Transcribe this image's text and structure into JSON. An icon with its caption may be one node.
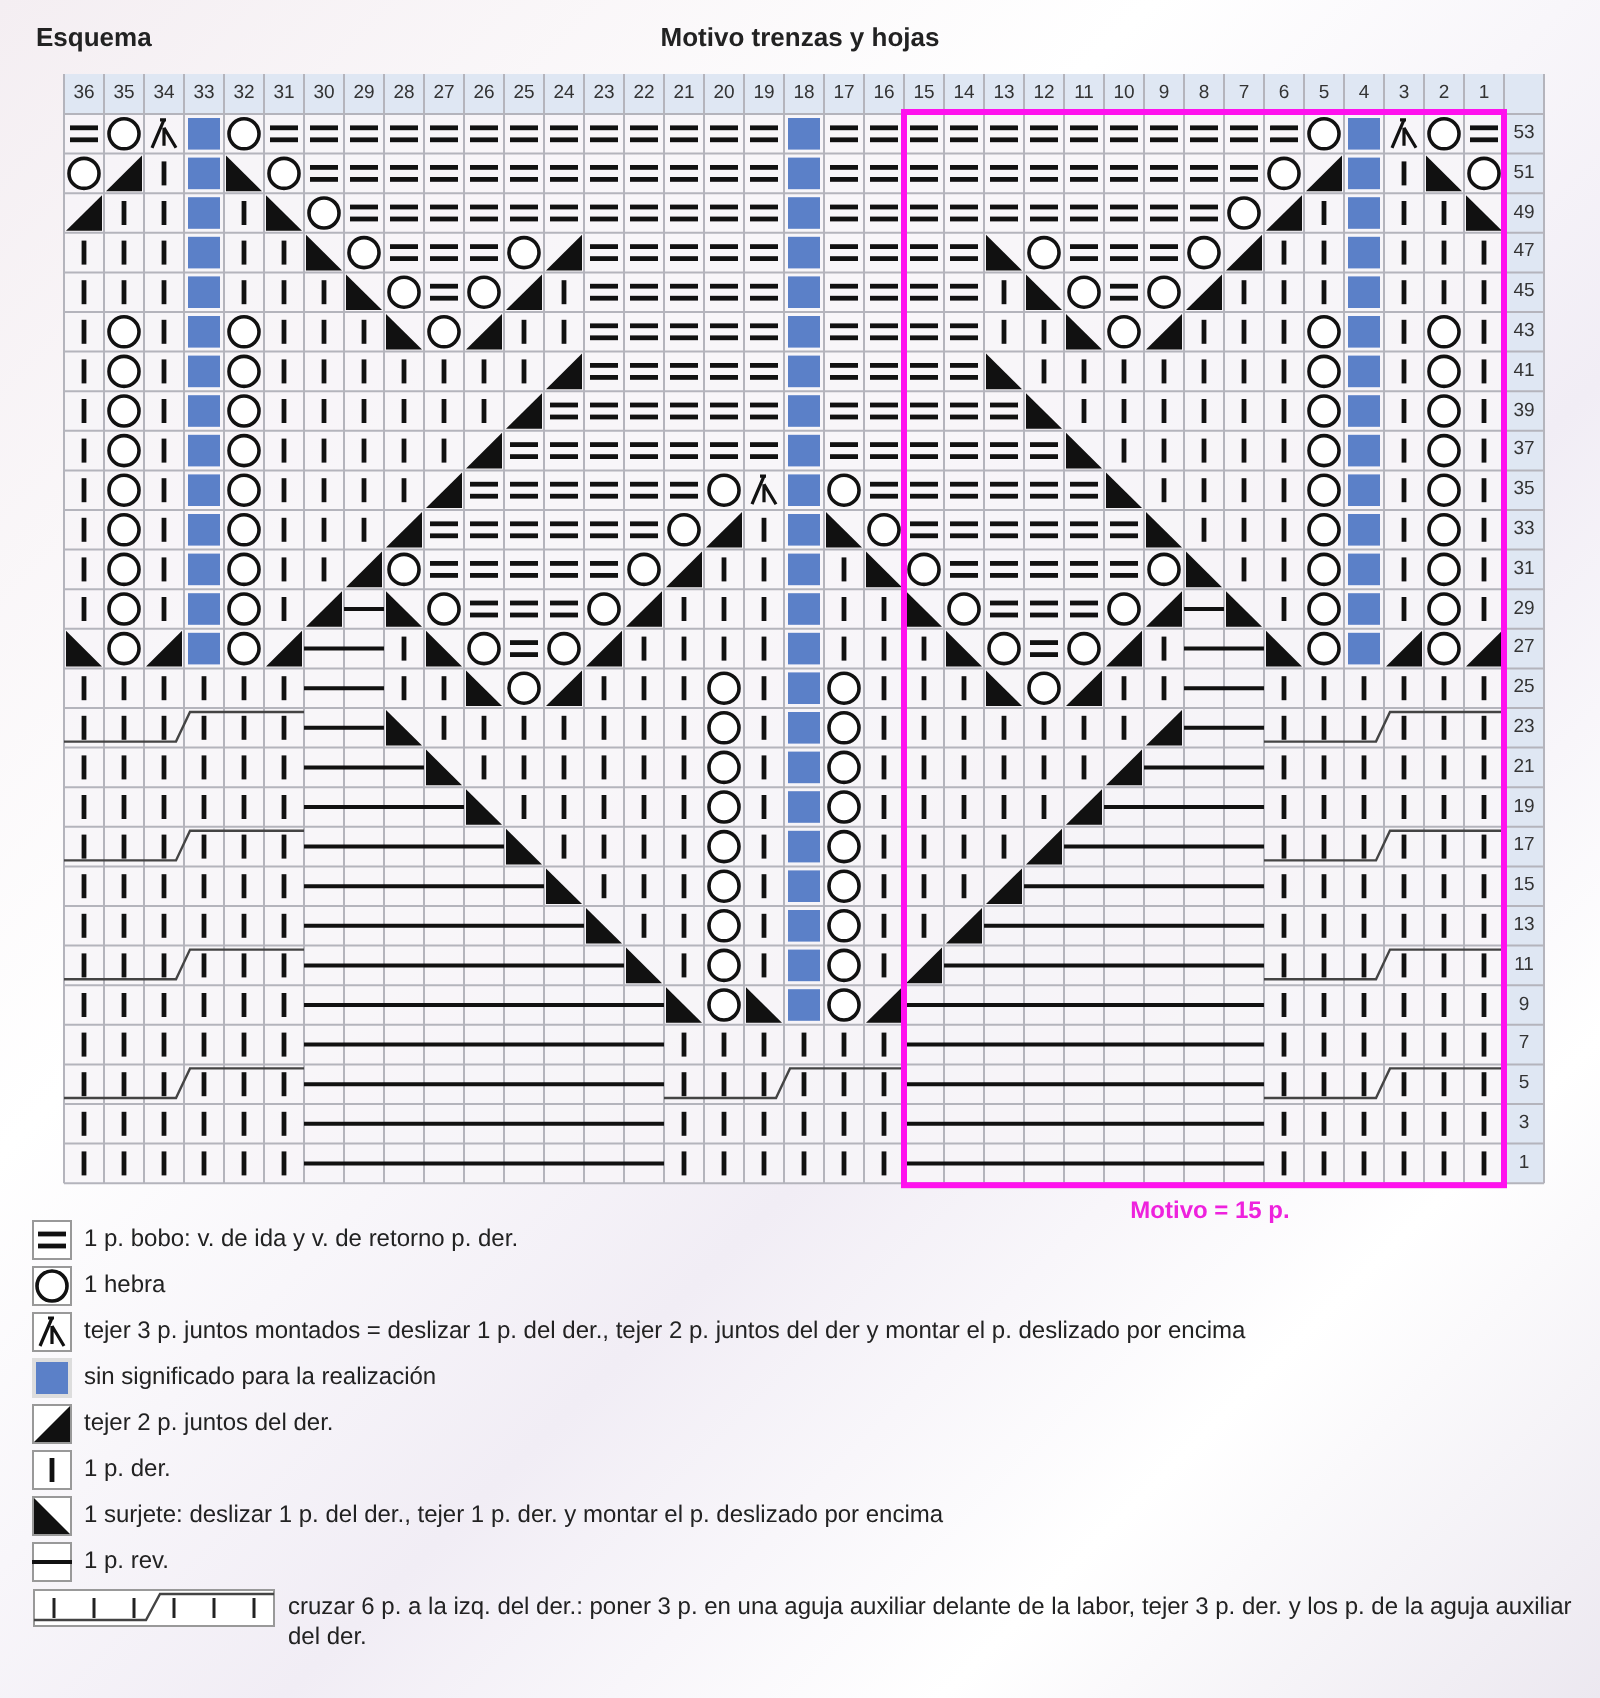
{
  "diagram": {
    "title": "Motivo trenzas y hojas",
    "labels": [
      "Esquema",
      "36",
      "35",
      "34",
      "33",
      "32",
      "31",
      "30",
      "29",
      "28",
      "27",
      "26",
      "25",
      "24",
      "23",
      "22",
      "21",
      "20",
      "19",
      "18",
      "17",
      "16",
      "15",
      "14",
      "13",
      "12",
      "11",
      "10",
      "9",
      "8",
      "7",
      "6",
      "5",
      "4",
      "3",
      "2",
      "1",
      "53",
      "51",
      "49",
      "47",
      "45",
      "43",
      "41",
      "39",
      "37",
      "35",
      "33",
      "31",
      "29",
      "27",
      "25",
      "23",
      "21",
      "19",
      "17",
      "15",
      "13",
      "11",
      "9",
      "7",
      "5",
      "3",
      "1",
      "Motivo = 15 p."
    ],
    "legend": [
      {
        "text": "1 p. bobo: v. de ida y v. de retorno p. der."
      },
      {
        "text": "1 hebra"
      },
      {
        "text": "tejer 3 p. juntos montados = deslizar 1 p. del der., tejer 2 p. juntos del der y montar el p. deslizado por encima"
      },
      {
        "text": "sin significado para la realización",
        "color": "#5b80c8"
      },
      {
        "text": "tejer 2 p. juntos del der."
      },
      {
        "text": "1 p. der."
      },
      {
        "text": "1 surjete: deslizar 1 p. del der., tejer 1 p. der. y montar el p. deslizado por encima"
      },
      {
        "text": "1 p. rev."
      },
      {
        "text": "cruzar 6 p. a la izq. del der.: poner 3 p. en una aguja auxiliar delante de la labor, tejer 3 p. der. y los p. de la aguja auxiliar del der."
      }
    ]
  }
}
